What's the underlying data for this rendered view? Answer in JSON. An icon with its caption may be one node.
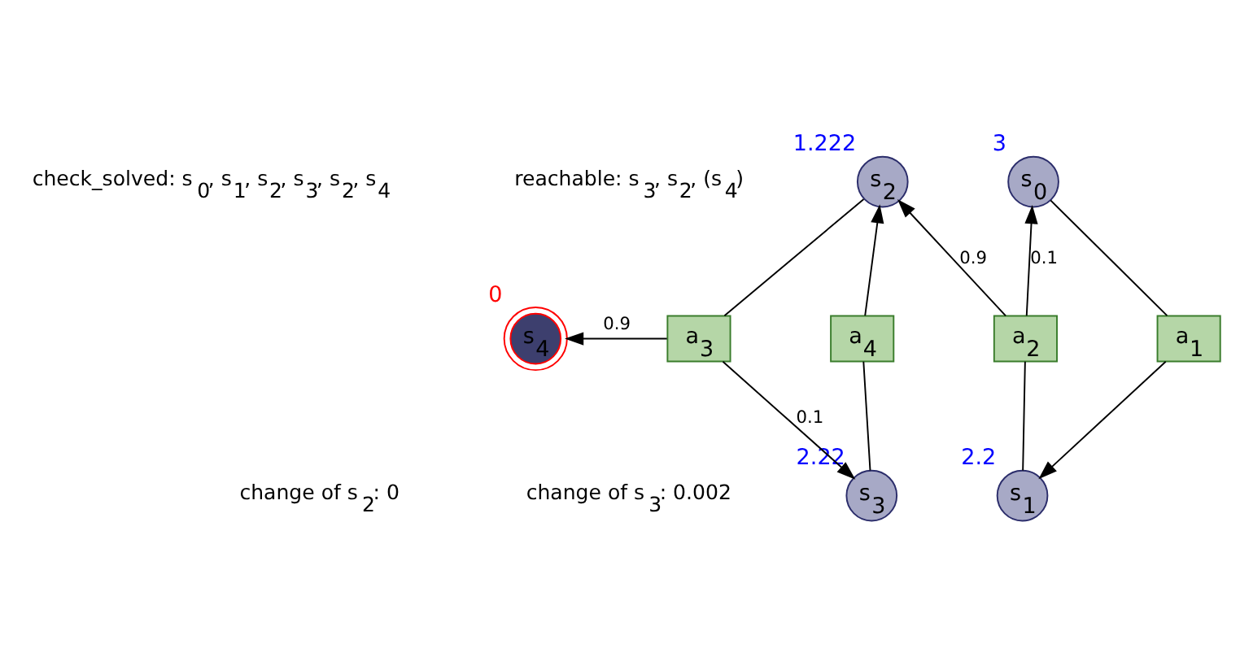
{
  "diagram": {
    "nodes": [
      {
        "text": [
          "s$_{2}$"
        ],
        "beside": [
          "1.222"
        ]
      },
      {
        "text": [
          "s$_{0}$"
        ],
        "beside": [
          "3"
        ]
      },
      {
        "text": [
          "s$_{4}$"
        ],
        "beside": [
          "0"
        ]
      },
      {
        "text": [
          "a$_{3}$"
        ]
      },
      {
        "text": [
          "a$_{4}$"
        ]
      },
      {
        "text": [
          "a$_{2}$"
        ]
      },
      {
        "text": [
          "a$_{1}$"
        ]
      },
      {
        "text": [
          "s$_{3}$"
        ],
        "beside": [
          "2.22"
        ]
      },
      {
        "text": [
          "s$_{1}$"
        ],
        "beside": [
          "2.2"
        ]
      }
    ],
    "edges": [
      {
        "from": 0,
        "to": 3,
        "arrow": "none"
      },
      {
        "from": 4,
        "to": 0,
        "arrow": "to"
      },
      {
        "from": 7,
        "to": 4,
        "arrow": "none"
      },
      {
        "from": 3,
        "to": 2,
        "arrow": "to",
        "label": "0.9"
      },
      {
        "from": 3,
        "to": 7,
        "arrow": "to",
        "label": "0.1"
      },
      {
        "from": 5,
        "to": 0,
        "arrow": "to",
        "label": "0.9"
      },
      {
        "from": 5,
        "to": 1,
        "arrow": "to",
        "label": "0.1"
      },
      {
        "from": 8,
        "to": 5,
        "arrow": "none"
      },
      {
        "from": 1,
        "to": 6,
        "arrow": "none"
      },
      {
        "from": 6,
        "to": 8,
        "arrow": "to"
      }
    ],
    "labels": [
      "check_solved: s$_{0}$, s$_{1}$, s$_{2}$, s$_{3}$, s$_{2}$, s$_{4}$",
      "reachable: s$_{3}$, s$_{2}$, (s$_{4}$)",
      "change of s$_{2}$: 0",
      "change of s$_{3}$: 0.002"
    ]
  }
}
